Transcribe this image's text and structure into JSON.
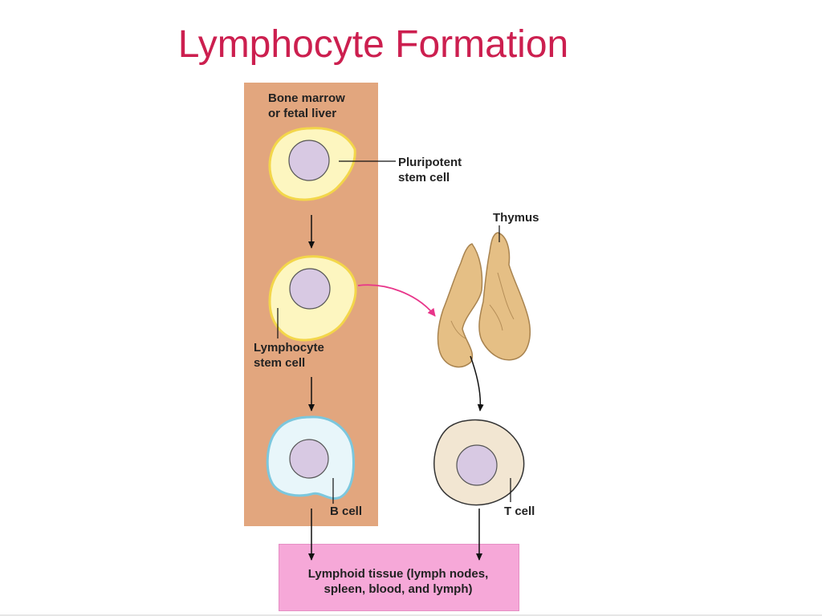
{
  "title": "Lymphocyte Formation",
  "labels": {
    "bone_marrow": "Bone marrow\nor fetal liver",
    "pluripotent": "Pluripotent\nstem cell",
    "thymus": "Thymus",
    "lymphocyte_stem": "Lymphocyte\nstem cell",
    "b_cell": "B cell",
    "t_cell": "T cell",
    "lymphoid_tissue": "Lymphoid tissue (lymph nodes,\nspleen, blood, and lymph)"
  },
  "colors": {
    "title": "#cc1f4f",
    "marrow_panel": "#e2a67e",
    "tissue_box": "#f6a8d8",
    "stem_cell_fill": "#fdf6c0",
    "stem_cell_edge": "#f3d64a",
    "b_cell_fill": "#e8f6fa",
    "b_cell_edge": "#7cc7dd",
    "t_cell_fill": "#f2e6d2",
    "nucleus": "#d8c9e3",
    "thymus": "#e5bf85",
    "arrow_to_thymus": "#e8358a"
  }
}
